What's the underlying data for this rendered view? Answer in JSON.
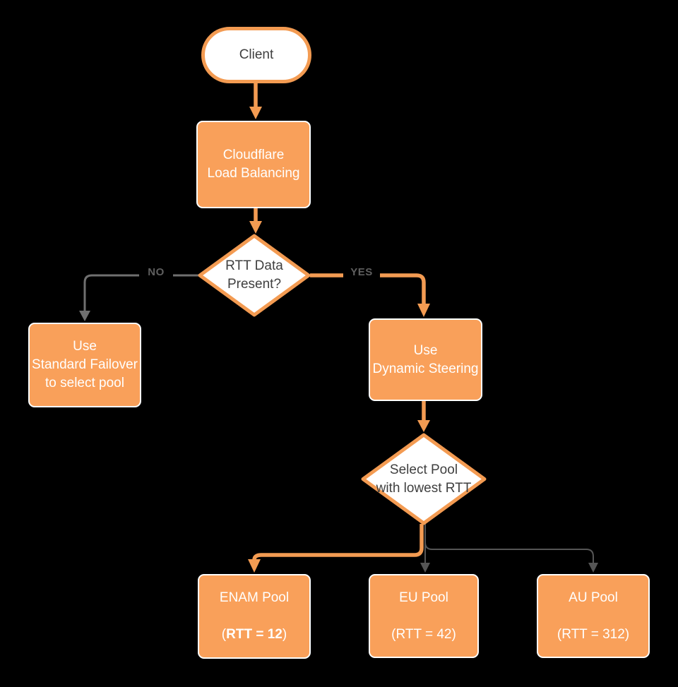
{
  "colors": {
    "background": "#000000",
    "orange_fill": "#F9A05A",
    "orange_stroke": "#F39B52",
    "gray_line": "#707070",
    "dark_gray_line": "#555555",
    "label_text": "#5F5F5F",
    "dark_text": "#3F3F3F",
    "light_text": "#FFFFFF"
  },
  "nodes": {
    "client": {
      "label": "Client"
    },
    "load_balancing": {
      "label": "Cloudflare\nLoad Balancing"
    },
    "rtt_decision": {
      "label": "RTT Data\nPresent?"
    },
    "standard_failover": {
      "label": "Use\nStandard Failover\nto select pool"
    },
    "dynamic_steering": {
      "label": "Use\nDynamic Steering"
    },
    "select_pool": {
      "label": "Select Pool\nwith lowest RTT"
    },
    "enam_pool": {
      "name": "ENAM Pool",
      "rtt_prefix": "(",
      "rtt_value": "RTT = 12",
      "rtt_suffix": ")"
    },
    "eu_pool": {
      "name": "EU Pool",
      "rtt_prefix": "(",
      "rtt_value": "RTT = 42",
      "rtt_suffix": ")"
    },
    "au_pool": {
      "name": "AU Pool",
      "rtt_prefix": "(",
      "rtt_value": "RTT = 312",
      "rtt_suffix": ")"
    }
  },
  "edge_labels": {
    "no": "NO",
    "yes": "YES"
  }
}
